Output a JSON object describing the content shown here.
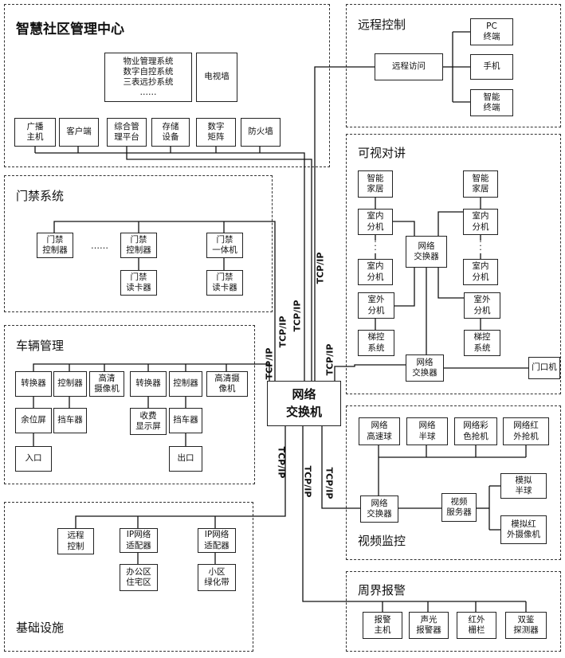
{
  "panels": {
    "smart_center": "智慧社区管理中心",
    "remote_control": "远程控制",
    "intercom": "可视对讲",
    "access": "门禁系统",
    "vehicle": "车辆管理",
    "video": "视频监控",
    "infrastructure": "基础设施",
    "perimeter": "周界报警"
  },
  "center": {
    "systems": "物业管理系统\n数字自控系统\n三表远抄系统\n……",
    "tv_wall": "电视墙",
    "items": [
      "广播\n主机",
      "客户端",
      "综合管\n理平台",
      "存储\n设备",
      "数字\n矩阵",
      "防火墙"
    ]
  },
  "switch": "网络\n交换机",
  "tcp_label": "TCP/IP",
  "remote": {
    "access": "远程访问",
    "pc": "PC\n终端",
    "phone": "手机",
    "smart_terminal": "智能\n终端"
  },
  "intercom": {
    "home_left": "智能\n家居",
    "home_right": "智能\n家居",
    "indoor_l1": "室内\n分机",
    "indoor_r1": "室内\n分机",
    "indoor_l2": "室内\n分机",
    "indoor_r2": "室内\n分机",
    "net_switch": "网络\n交换器",
    "outdoor_l": "室外\n分机",
    "outdoor_r": "室外\n分机",
    "elevator_l": "梯控\n系统",
    "elevator_r": "梯控\n系统",
    "net_switch2": "网络\n交换器",
    "door": "门口机"
  },
  "access": {
    "ctrl1": "门禁\n控制器",
    "ellipsis": "……",
    "ctrl2": "门禁\n控制器",
    "reader2": "门禁\n读卡器",
    "allinone": "门禁\n一体机",
    "reader3": "门禁\n读卡器"
  },
  "vehicle": {
    "conv1": "转换器",
    "ctrl1": "控制器",
    "cam1": "高清\n摄像机",
    "conv2": "转换器",
    "ctrl2": "控制器",
    "cam2": "高清摄\n像机",
    "spaces": "余位屏",
    "barrier1": "挡车器",
    "fee": "收费\n显示屏",
    "barrier2": "挡车器",
    "entrance": "入口",
    "exit": "出口"
  },
  "video": {
    "speed_dome": "网络\n高速球",
    "half_dome": "网络\n半球",
    "color_cam": "网络彩\n色抢机",
    "ir_cam": "网络红\n外抢机",
    "switch": "网络\n交换器",
    "server": "视频\n服务器",
    "analog_dome": "模拟\n半球",
    "analog_ir": "模拟红\n外摄像机"
  },
  "infra": {
    "remote": "远程\n控制",
    "ip1": "IP网络\n适配器",
    "ip2": "IP网络\n适配器",
    "office": "办公区\n住宅区",
    "green": "小区\n绿化带"
  },
  "perimeter": {
    "alarm_host": "报警\n主机",
    "sound_light": "声光\n报警器",
    "ir_fence": "红外\n栅栏",
    "dual_detector": "双鉴\n探测器"
  }
}
